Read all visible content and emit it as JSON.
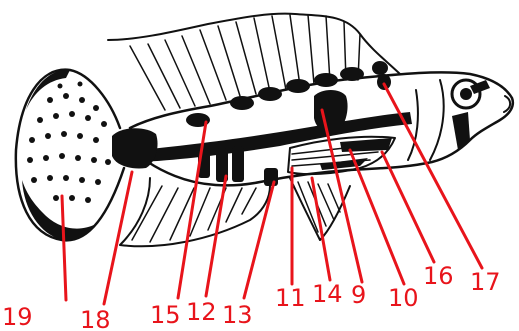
{
  "figure": {
    "labels": [
      {
        "id": "19",
        "text": "19"
      },
      {
        "id": "18",
        "text": "18"
      },
      {
        "id": "15",
        "text": "15"
      },
      {
        "id": "12",
        "text": "12"
      },
      {
        "id": "13",
        "text": "13"
      },
      {
        "id": "11",
        "text": "11"
      },
      {
        "id": "14",
        "text": "14"
      },
      {
        "id": "9",
        "text": "9"
      },
      {
        "id": "10",
        "text": "10"
      },
      {
        "id": "16",
        "text": "16"
      },
      {
        "id": "17",
        "text": "17"
      }
    ],
    "label_color": "#e8141b",
    "line_color": "#e8141b",
    "ink_color": "#111111"
  }
}
